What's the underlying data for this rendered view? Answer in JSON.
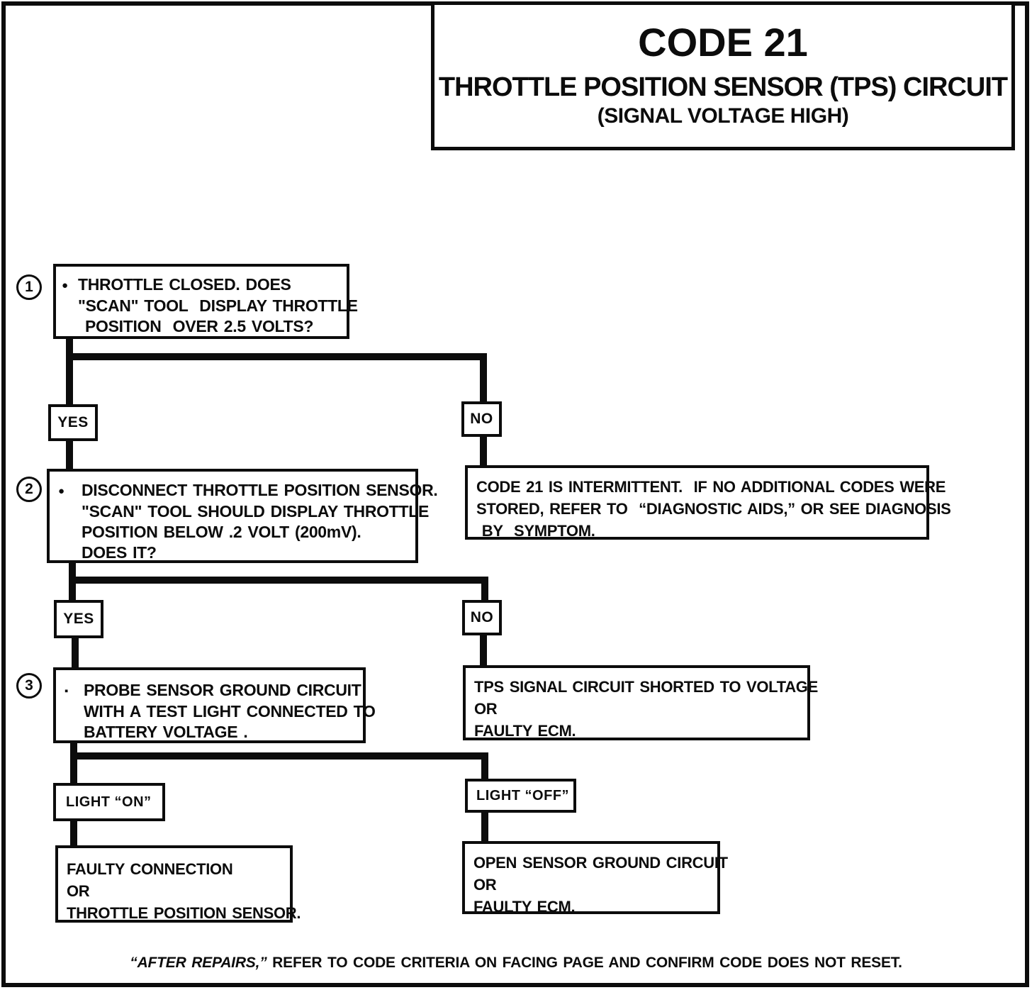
{
  "palette": {
    "ink": "#0c0c0c",
    "paper": "#ffffff"
  },
  "title": {
    "code": "CODE 21",
    "name": "THROTTLE POSITION SENSOR (TPS) CIRCUIT",
    "qualifier": "(SIGNAL VOLTAGE HIGH)"
  },
  "steps": [
    {
      "number": "1",
      "bullet": "●",
      "lines": [
        "THROTTLE CLOSED. DOES",
        "\"SCAN\" TOOL  DISPLAY THROTTLE",
        "POSITION  OVER 2.5 VOLTS?"
      ]
    },
    {
      "number": "2",
      "bullet": "●",
      "lines": [
        "DISCONNECT THROTTLE POSITION SENSOR.",
        "\"SCAN\" TOOL SHOULD DISPLAY THROTTLE",
        "POSITION BELOW .2 VOLT (200mV).",
        "DOES IT?"
      ]
    },
    {
      "number": "3",
      "bullet": "▪",
      "lines": [
        "PROBE SENSOR GROUND CIRCUIT",
        "WITH A TEST LIGHT CONNECTED TO",
        "BATTERY VOLTAGE ."
      ]
    }
  ],
  "branches": {
    "yes1": "YES",
    "no1": "NO",
    "yes2": "YES",
    "no2": "NO",
    "light_on": "LIGHT “ON”",
    "light_off": "LIGHT “OFF”"
  },
  "results": {
    "intermittent": [
      "CODE 21 IS INTERMITTENT.  IF NO ADDITIONAL CODES WERE",
      "STORED, REFER TO  “DIAGNOSTIC AIDS,” OR SEE DIAGNOSIS",
      " BY  SYMPTOM."
    ],
    "tps_shorted": [
      "TPS SIGNAL CIRCUIT SHORTED TO VOLTAGE",
      "OR",
      "FAULTY ECM."
    ],
    "faulty_connection": [
      "FAULTY CONNECTION",
      "OR",
      "THROTTLE POSITION SENSOR."
    ],
    "open_ground": [
      "OPEN SENSOR GROUND CIRCUIT",
      "OR",
      "FAULTY ECM."
    ]
  },
  "footer": {
    "emphasis": "“AFTER REPAIRS,”",
    "text": " REFER TO CODE CRITERIA ON FACING PAGE AND CONFIRM CODE DOES NOT RESET."
  }
}
